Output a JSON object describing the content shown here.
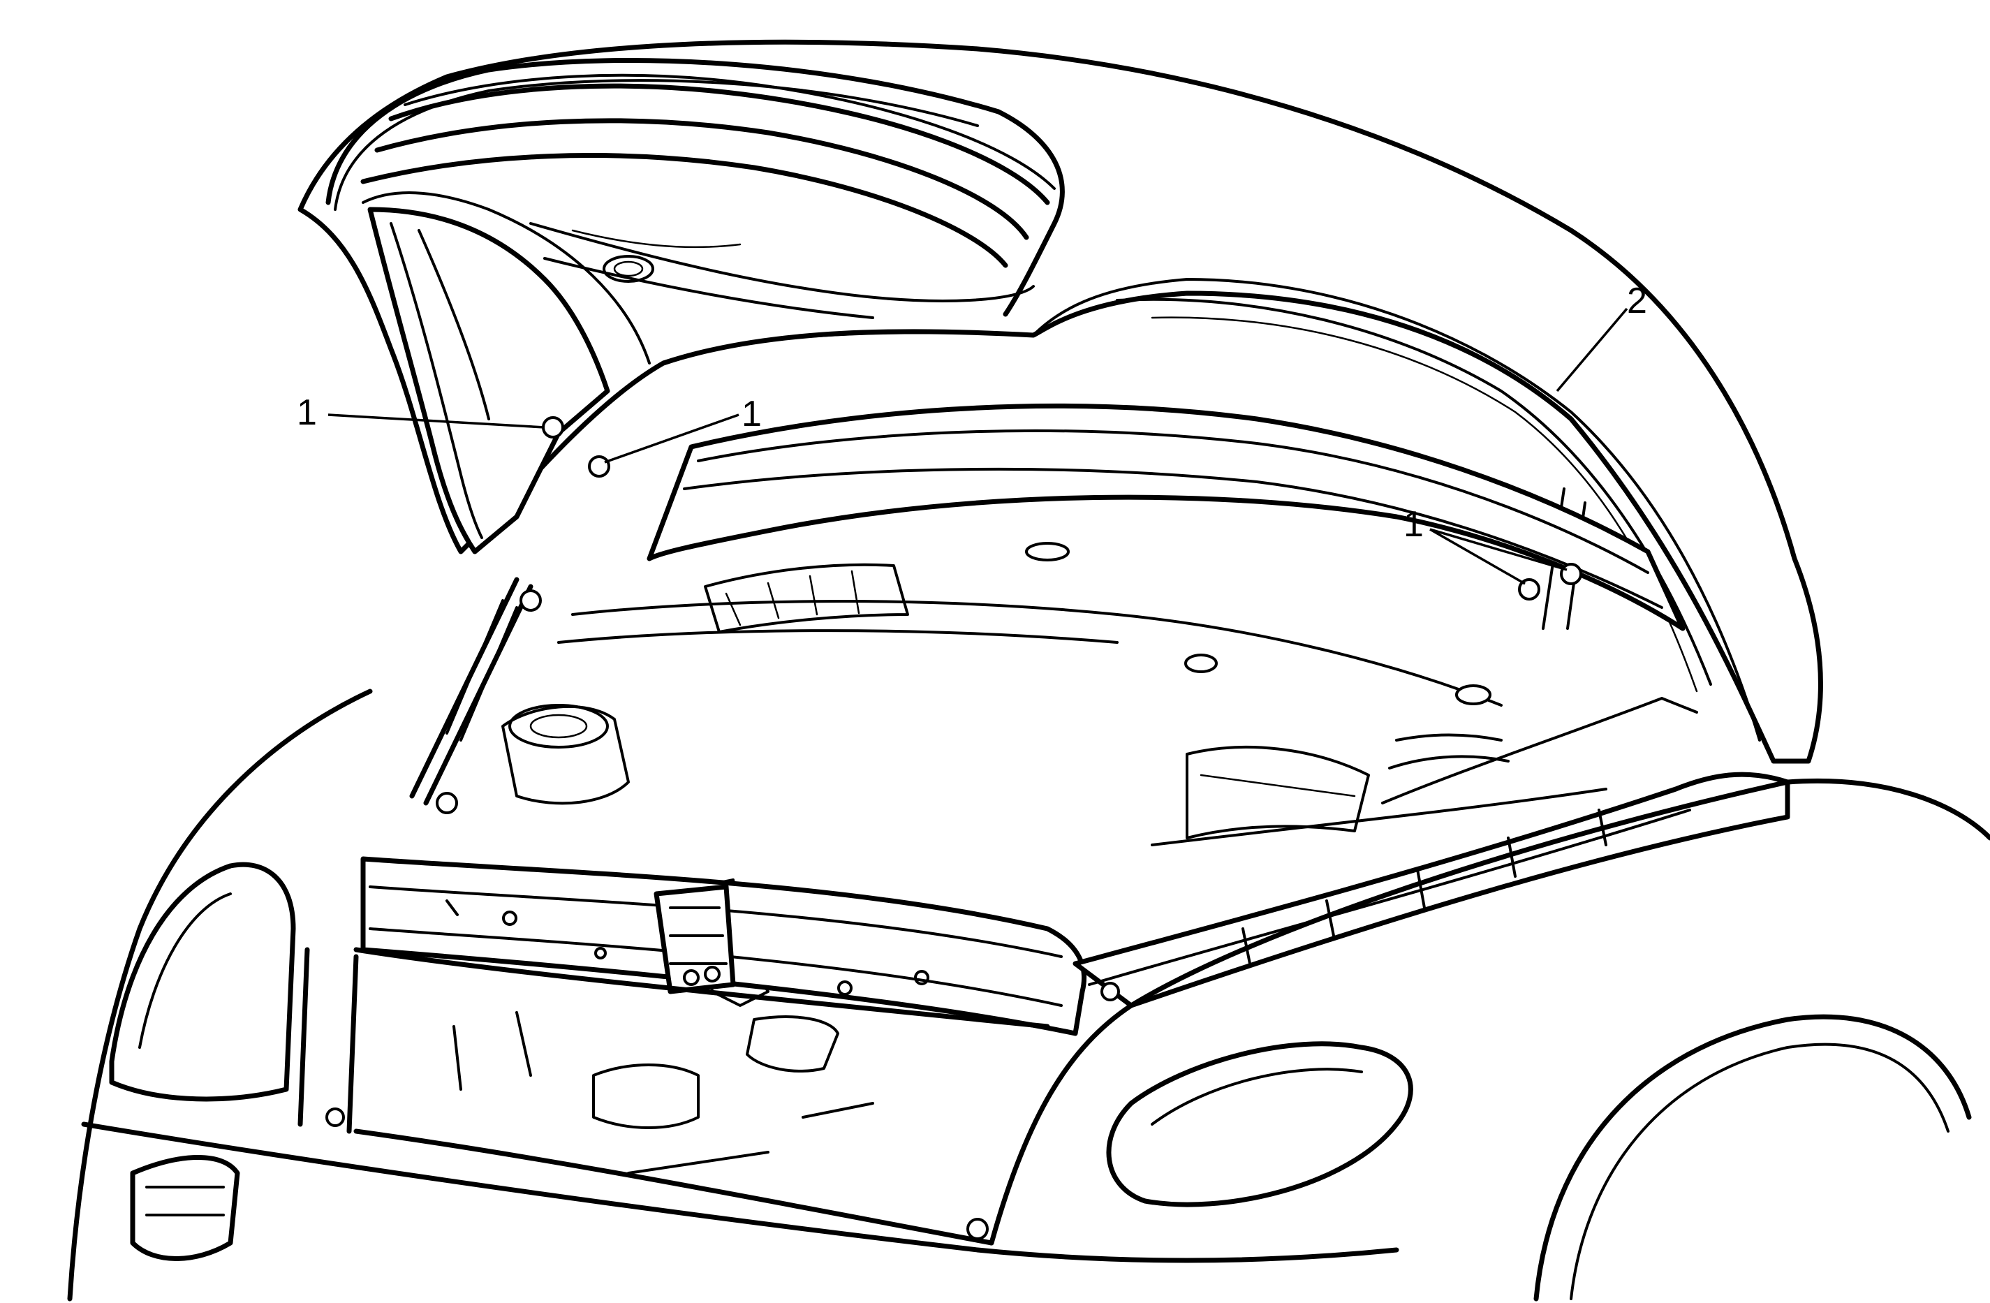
{
  "callouts": [
    {
      "label": "1"
    },
    {
      "label": "1"
    },
    {
      "label": "1"
    },
    {
      "label": "2"
    }
  ],
  "parts": {
    "fastener_bolts": "1",
    "hood_assembly": "2"
  }
}
